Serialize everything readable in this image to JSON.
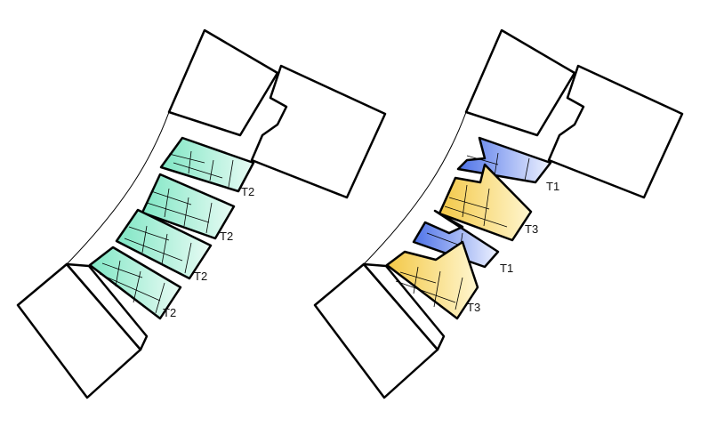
{
  "plans": [
    {
      "scheme": "uniform",
      "units": [
        {
          "label": "T2",
          "gradient": [
            "#7fe6c4",
            "#e8fbf4"
          ]
        },
        {
          "label": "T2",
          "gradient": [
            "#7fe6c4",
            "#e8fbf4"
          ]
        },
        {
          "label": "T2",
          "gradient": [
            "#7fe6c4",
            "#e8fbf4"
          ]
        },
        {
          "label": "T2",
          "gradient": [
            "#7fe6c4",
            "#e8fbf4"
          ]
        }
      ]
    },
    {
      "scheme": "mixed",
      "units": [
        {
          "label": "T1",
          "gradient": [
            "#4d72e8",
            "#eef2ff"
          ]
        },
        {
          "label": "T3",
          "gradient": [
            "#f3c846",
            "#fff6cf"
          ]
        },
        {
          "label": "T1",
          "gradient": [
            "#4d72e8",
            "#eef2ff"
          ]
        },
        {
          "label": "T3",
          "gradient": [
            "#f3c846",
            "#fff6cf"
          ]
        }
      ]
    }
  ],
  "colors": {
    "outline": "#000000",
    "background": "#ffffff"
  }
}
